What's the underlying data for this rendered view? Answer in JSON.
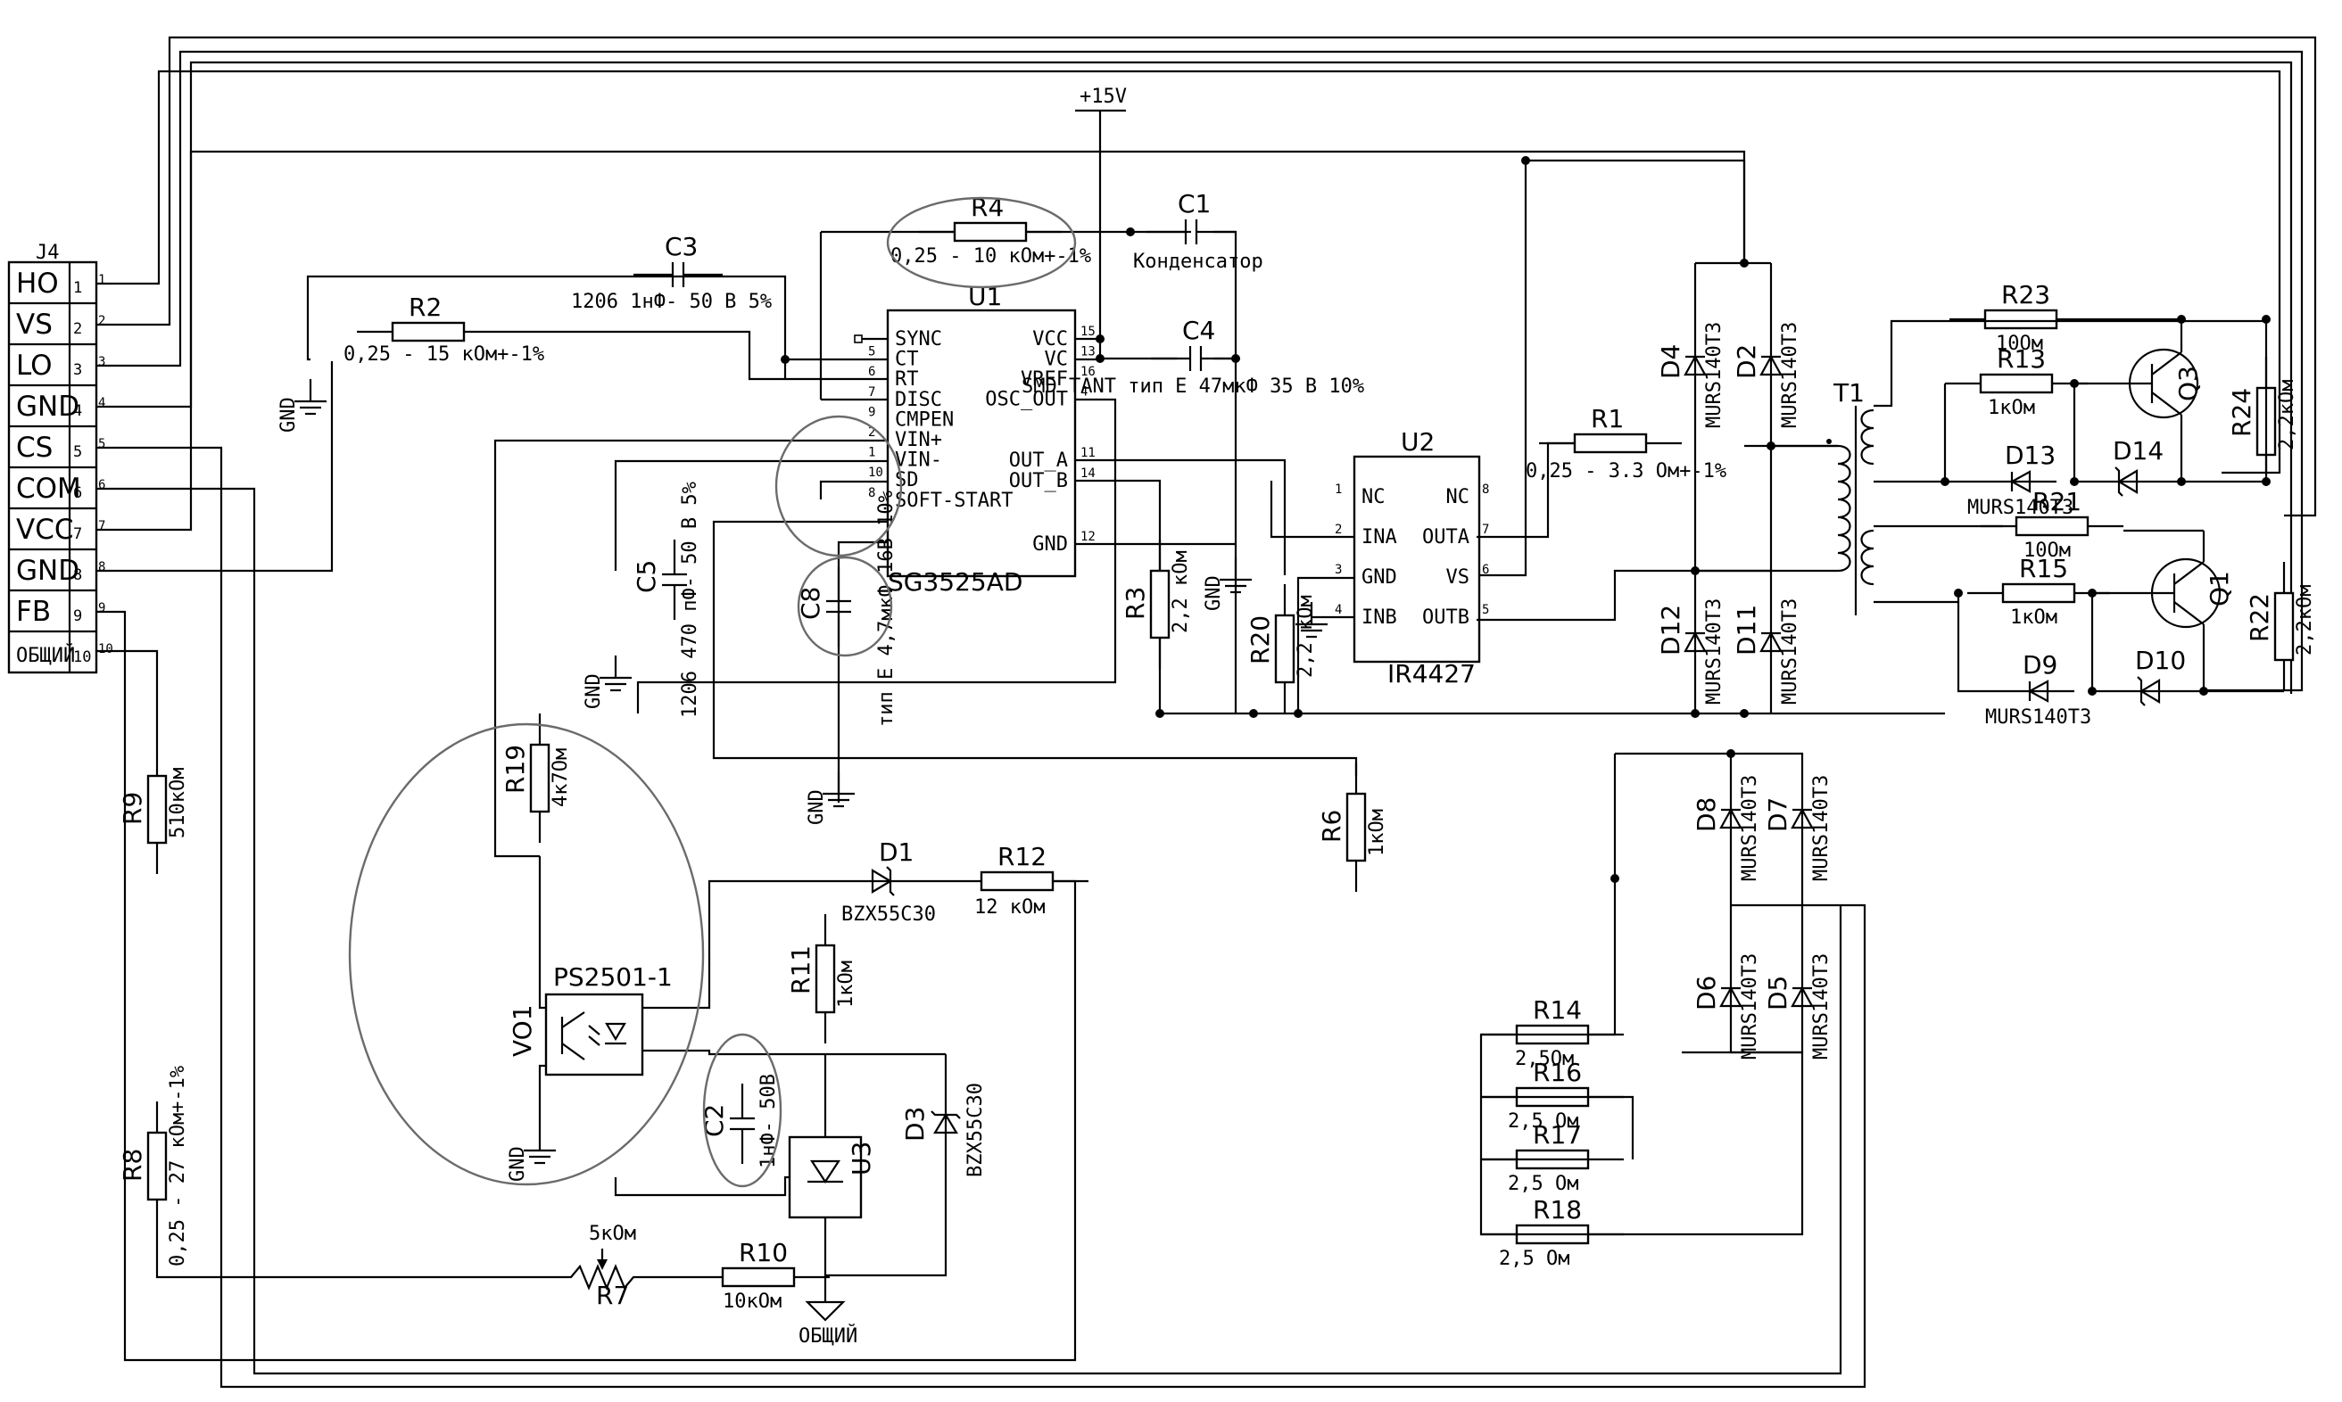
{
  "connector": {
    "ref": "J4",
    "pins": [
      {
        "num": "1",
        "label": "HO"
      },
      {
        "num": "2",
        "label": "VS"
      },
      {
        "num": "3",
        "label": "LO"
      },
      {
        "num": "4",
        "label": "GND"
      },
      {
        "num": "5",
        "label": "CS"
      },
      {
        "num": "6",
        "label": "COM"
      },
      {
        "num": "7",
        "label": "VCC"
      },
      {
        "num": "8",
        "label": "GND"
      },
      {
        "num": "9",
        "label": "FB"
      },
      {
        "num": "10",
        "label": "ОБЩИЙ"
      }
    ]
  },
  "supply": {
    "label": "+15V"
  },
  "ics": {
    "u1": {
      "ref": "U1",
      "part": "SG3525AD",
      "left_pins": [
        {
          "num": "",
          "name": "SYNC"
        },
        {
          "num": "5",
          "name": "CT"
        },
        {
          "num": "6",
          "name": "RT"
        },
        {
          "num": "7",
          "name": "DISC"
        },
        {
          "num": "9",
          "name": "CMPEN"
        },
        {
          "num": "2",
          "name": "VIN+"
        },
        {
          "num": "1",
          "name": "VIN-"
        },
        {
          "num": "10",
          "name": "SD"
        },
        {
          "num": "8",
          "name": "SOFT-START"
        }
      ],
      "right_pins": [
        {
          "num": "15",
          "name": "VCC"
        },
        {
          "num": "13",
          "name": "VC"
        },
        {
          "num": "16",
          "name": "VREF"
        },
        {
          "num": "4",
          "name": "OSC_OUT"
        },
        {
          "num": "11",
          "name": "OUT_A"
        },
        {
          "num": "14",
          "name": "OUT_B"
        },
        {
          "num": "12",
          "name": "GND"
        }
      ]
    },
    "u2": {
      "ref": "U2",
      "part": "IR4427",
      "left_pins": [
        {
          "num": "1",
          "name": "NC"
        },
        {
          "num": "2",
          "name": "INA"
        },
        {
          "num": "3",
          "name": "GND"
        },
        {
          "num": "4",
          "name": "INB"
        }
      ],
      "right_pins": [
        {
          "num": "8",
          "name": "NC"
        },
        {
          "num": "7",
          "name": "OUTA"
        },
        {
          "num": "6",
          "name": "VS"
        },
        {
          "num": "5",
          "name": "OUTB"
        }
      ]
    },
    "u3": {
      "ref": "U3"
    },
    "vo1": {
      "ref": "VO1",
      "part": "PS2501-1"
    }
  },
  "components": {
    "r1": {
      "ref": "R1",
      "value": "0,25 - 3.3 Ом+-1%"
    },
    "r2": {
      "ref": "R2",
      "value": "0,25 - 15 кОм+-1%"
    },
    "r3": {
      "ref": "R3",
      "value": "2,2 кОм"
    },
    "r4": {
      "ref": "R4",
      "value": "0,25 - 10 кОм+-1%"
    },
    "r6": {
      "ref": "R6",
      "value": "1кОм"
    },
    "r7": {
      "ref": "R7",
      "value": "5кОм"
    },
    "r8": {
      "ref": "R8",
      "value": "0,25 - 27 кОм+-1%"
    },
    "r9": {
      "ref": "R9",
      "value": "510кОм"
    },
    "r10": {
      "ref": "R10",
      "value": "10кОм"
    },
    "r11": {
      "ref": "R11",
      "value": "1кОм"
    },
    "r12": {
      "ref": "R12",
      "value": "12 кОм"
    },
    "r13": {
      "ref": "R13",
      "value": "1кОм"
    },
    "r14": {
      "ref": "R14",
      "value": "2,5Ом"
    },
    "r15": {
      "ref": "R15",
      "value": "1кОм"
    },
    "r16": {
      "ref": "R16",
      "value": "2,5 Ом"
    },
    "r17": {
      "ref": "R17",
      "value": "2,5 Ом"
    },
    "r18": {
      "ref": "R18",
      "value": "2,5  Ом"
    },
    "r19": {
      "ref": "R19",
      "value": "4к7Ом"
    },
    "r20": {
      "ref": "R20",
      "value": "2,2 кОм"
    },
    "r21": {
      "ref": "R21",
      "value": "10Ом"
    },
    "r22": {
      "ref": "R22",
      "value": "2,2кОм"
    },
    "r23": {
      "ref": "R23",
      "value": "10Ом"
    },
    "r24": {
      "ref": "R24",
      "value": "2,2кОм"
    },
    "c1": {
      "ref": "C1",
      "value": "Конденсатор"
    },
    "c2": {
      "ref": "C2",
      "value": "1нФ- 50В"
    },
    "c3": {
      "ref": "C3",
      "value": "1206  1нФ- 50 В 5%"
    },
    "c4": {
      "ref": "C4",
      "value": "SMD TANT тип E 47мкФ 35 В 10%"
    },
    "c5": {
      "ref": "C5",
      "value": "1206  470 пФ- 50 В 5%"
    },
    "c8": {
      "ref": "C8",
      "value": "тип E 4,7мкФ 16В 10%"
    },
    "d1": {
      "ref": "D1",
      "value": "BZX55C30"
    },
    "d3": {
      "ref": "D3",
      "value": "BZX55C30"
    },
    "t1": {
      "ref": "T1"
    },
    "q1": {
      "ref": "Q1"
    },
    "q3": {
      "ref": "Q3"
    },
    "d9": {
      "ref": "D9",
      "value": "MURS140T3"
    },
    "d10": {
      "ref": "D10"
    },
    "d13": {
      "ref": "D13",
      "value": "MURS140T3"
    },
    "d14": {
      "ref": "D14"
    },
    "diodes": [
      {
        "ref": "D4",
        "value": "MURS140T3"
      },
      {
        "ref": "D2",
        "value": "MURS140T3"
      },
      {
        "ref": "D12",
        "value": "MURS140T3"
      },
      {
        "ref": "D11",
        "value": "MURS140T3"
      },
      {
        "ref": "D8",
        "value": "MURS140T3"
      },
      {
        "ref": "D7",
        "value": "MURS140T3"
      },
      {
        "ref": "D6",
        "value": "MURS140T3"
      },
      {
        "ref": "D5",
        "value": "MURS140T3"
      }
    ]
  },
  "labels": {
    "gnd": "GND",
    "common": "ОБЩИЙ"
  }
}
